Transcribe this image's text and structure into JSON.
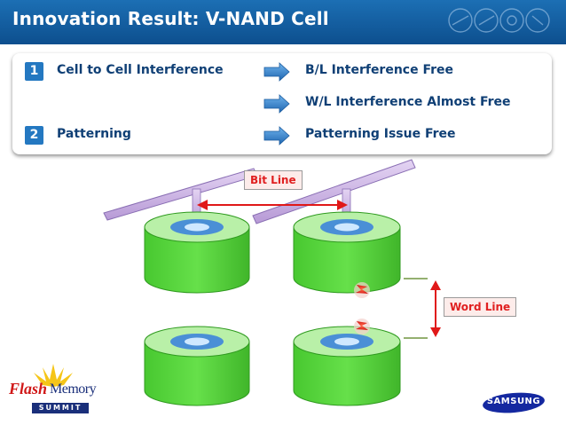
{
  "slide": {
    "title": "Innovation Result: V-NAND Cell",
    "colors": {
      "header": "#1c6fb4",
      "accent_text": "#0f3f75",
      "badge": "#2478c1",
      "cylinder": "#57d63c",
      "label_red": "#e02020"
    }
  },
  "items": [
    {
      "num": "1",
      "label": "Cell to Cell Interference",
      "results": [
        "B/L Interference Free",
        "W/L Interference Almost Free"
      ]
    },
    {
      "num": "2",
      "label": "Patterning",
      "results": [
        "Patterning Issue Free"
      ]
    }
  ],
  "diagram": {
    "bit_line_label": "Bit Line",
    "word_line_label": "Word Line"
  },
  "logos": {
    "flash_word_1": "Flash",
    "flash_word_2": "Memory",
    "flash_word_3": "SUMMIT",
    "samsung": "SAMSUNG"
  }
}
